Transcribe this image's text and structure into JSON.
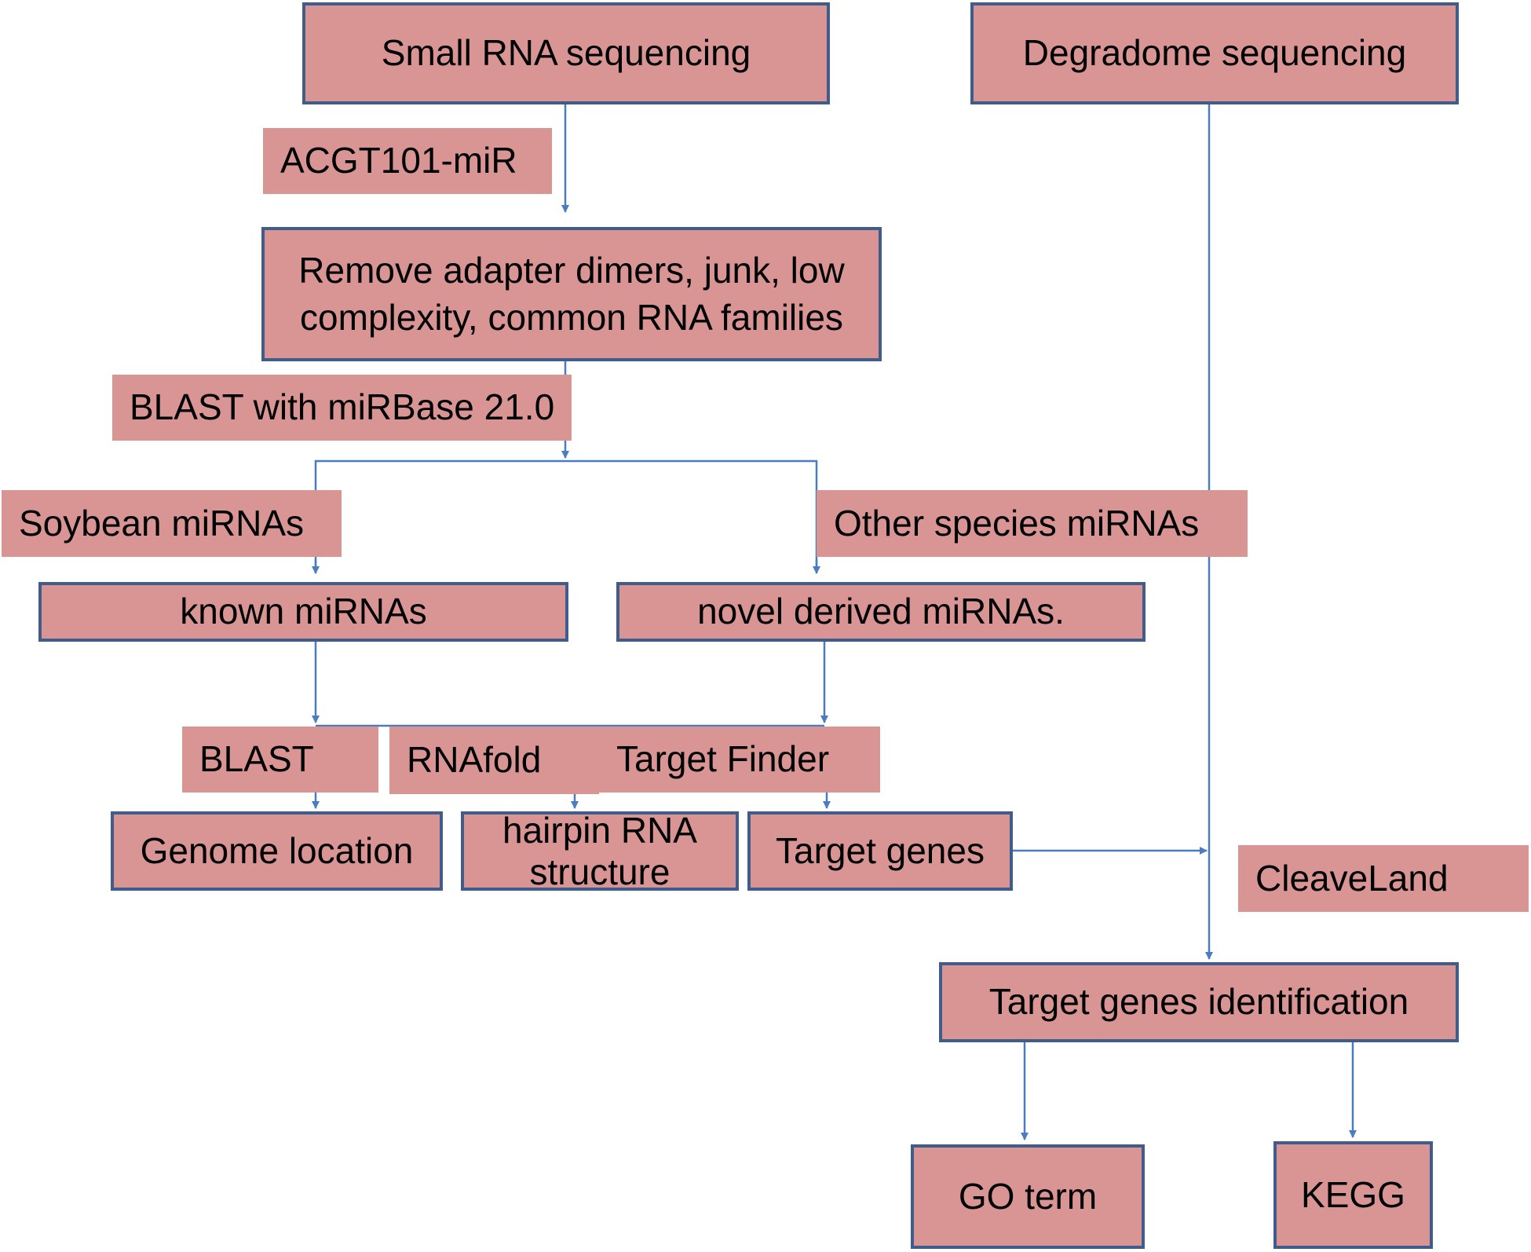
{
  "nodes": {
    "small_rna": "Small RNA sequencing",
    "degradome": "Degradome sequencing",
    "remove_adapter_line1": "Remove adapter dimers, junk, low",
    "remove_adapter_line2": "complexity, common RNA families",
    "known_mirnas": "known miRNAs",
    "novel_mirnas": "novel derived miRNAs.",
    "genome_location": "Genome location",
    "hairpin_line1": "hairpin RNA",
    "hairpin_line2": "structure",
    "target_genes": "Target genes",
    "target_identification": "Target genes identification",
    "go_term": "GO term",
    "kegg": "KEGG"
  },
  "labels": {
    "acgt": "ACGT101-miR",
    "blast_mirbase": "BLAST with miRBase 21.0",
    "soybean": "Soybean miRNAs",
    "other_species": "Other species miRNAs",
    "blast": "BLAST",
    "rnafold": "RNAfold",
    "target_finder": "Target Finder",
    "cleaveland": "CleaveLand"
  },
  "colors": {
    "box_fill": "#d99594",
    "box_border": "#3f5c8a",
    "connector": "#4a7cc0"
  }
}
